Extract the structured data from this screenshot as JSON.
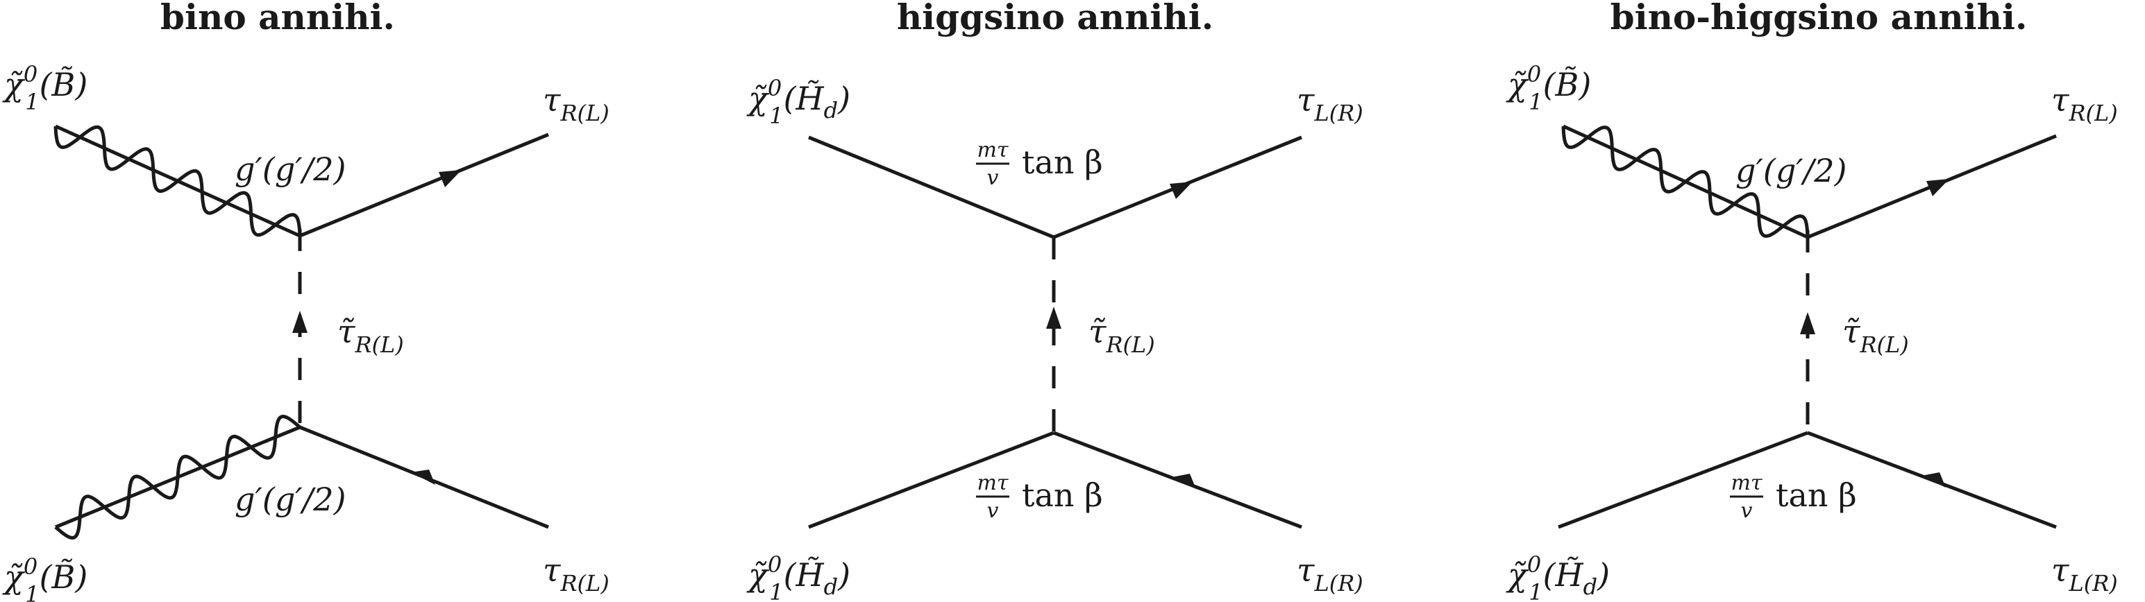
{
  "panels": [
    {
      "title": "bino annihi.",
      "in_top": {
        "base": "χ̃",
        "sup": "0",
        "sub": "1",
        "arg": "(B̃)"
      },
      "in_bottom": {
        "base": "χ̃",
        "sup": "0",
        "sub": "1",
        "arg": "(B̃)"
      },
      "out_top": {
        "base": "τ",
        "sub": "R(L)"
      },
      "out_bottom": {
        "base": "τ",
        "sub": "R(L)"
      },
      "vertex_top": "g′(g′/2)",
      "vertex_bottom": "g′(g′/2)",
      "propagator": {
        "base": "τ̃",
        "sub": "R(L)"
      },
      "top_wavy": true,
      "bottom_wavy": true
    },
    {
      "title": "higgsino annihi.",
      "in_top": {
        "base": "χ̃",
        "sup": "0",
        "sub": "1",
        "arg": "(H̃",
        "argsub": "d",
        "close": ")"
      },
      "in_bottom": {
        "base": "χ̃",
        "sup": "0",
        "sub": "1",
        "arg": "(H̃",
        "argsub": "d",
        "close": ")"
      },
      "out_top": {
        "base": "τ",
        "sub": "L(R)"
      },
      "out_bottom": {
        "base": "τ",
        "sub": "L(R)"
      },
      "vertex_top_frac": {
        "num": "mτ",
        "den": "v",
        "rest": "tan β"
      },
      "vertex_bottom_frac": {
        "num": "mτ",
        "den": "v",
        "rest": "tan β"
      },
      "propagator": {
        "base": "τ̃",
        "sub": "R(L)"
      },
      "top_wavy": false,
      "bottom_wavy": false
    },
    {
      "title": "bino-higgsino annihi.",
      "in_top": {
        "base": "χ̃",
        "sup": "0",
        "sub": "1",
        "arg": "(B̃)"
      },
      "in_bottom": {
        "base": "χ̃",
        "sup": "0",
        "sub": "1",
        "arg": "(H̃",
        "argsub": "d",
        "close": ")"
      },
      "out_top": {
        "base": "τ",
        "sub": "R(L)"
      },
      "out_bottom": {
        "base": "τ",
        "sub": "L(R)"
      },
      "vertex_top": "g′(g′/2)",
      "vertex_bottom_frac": {
        "num": "mτ",
        "den": "v",
        "rest": "tan β"
      },
      "propagator": {
        "base": "τ̃",
        "sub": "R(L)"
      },
      "top_wavy": true,
      "bottom_wavy": false
    }
  ]
}
